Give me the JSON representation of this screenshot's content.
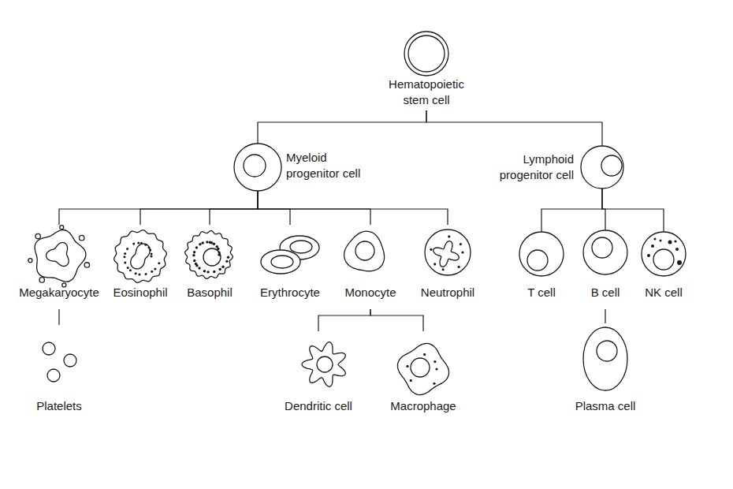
{
  "diagram": {
    "nodes": [
      {
        "text": [
          "Hematopoietic stem cell"
        ]
      },
      {
        "text": [
          "Myeloid progenitor cell"
        ]
      },
      {
        "text": [
          "Lymphoid progenitor cell"
        ]
      },
      {
        "text": [
          "Megakaryocyte"
        ]
      },
      {
        "text": [
          "Eosinophil"
        ]
      },
      {
        "text": [
          "Basophil"
        ]
      },
      {
        "text": [
          "Erythrocyte"
        ]
      },
      {
        "text": [
          "Monocyte"
        ]
      },
      {
        "text": [
          "Neutrophil"
        ]
      },
      {
        "text": [
          "T cell"
        ]
      },
      {
        "text": [
          "B cell"
        ]
      },
      {
        "text": [
          "NK cell"
        ]
      },
      {
        "text": [
          "Platelets"
        ]
      },
      {
        "text": [
          "Dendritic cell"
        ]
      },
      {
        "text": [
          "Macrophage"
        ]
      },
      {
        "text": [
          "Plasma cell"
        ]
      }
    ],
    "edges": [
      {
        "from": 0,
        "to": 1,
        "arrow": "none"
      },
      {
        "from": 0,
        "to": 2,
        "arrow": "none"
      },
      {
        "from": 1,
        "to": 3,
        "arrow": "none"
      },
      {
        "from": 1,
        "to": 4,
        "arrow": "none"
      },
      {
        "from": 1,
        "to": 5,
        "arrow": "none"
      },
      {
        "from": 1,
        "to": 6,
        "arrow": "none"
      },
      {
        "from": 1,
        "to": 7,
        "arrow": "none"
      },
      {
        "from": 1,
        "to": 8,
        "arrow": "none"
      },
      {
        "from": 2,
        "to": 9,
        "arrow": "none"
      },
      {
        "from": 2,
        "to": 10,
        "arrow": "none"
      },
      {
        "from": 2,
        "to": 11,
        "arrow": "none"
      },
      {
        "from": 3,
        "to": 12,
        "arrow": "none"
      },
      {
        "from": 7,
        "to": 13,
        "arrow": "none"
      },
      {
        "from": 7,
        "to": 14,
        "arrow": "none"
      },
      {
        "from": 10,
        "to": 15,
        "arrow": "none"
      }
    ]
  }
}
